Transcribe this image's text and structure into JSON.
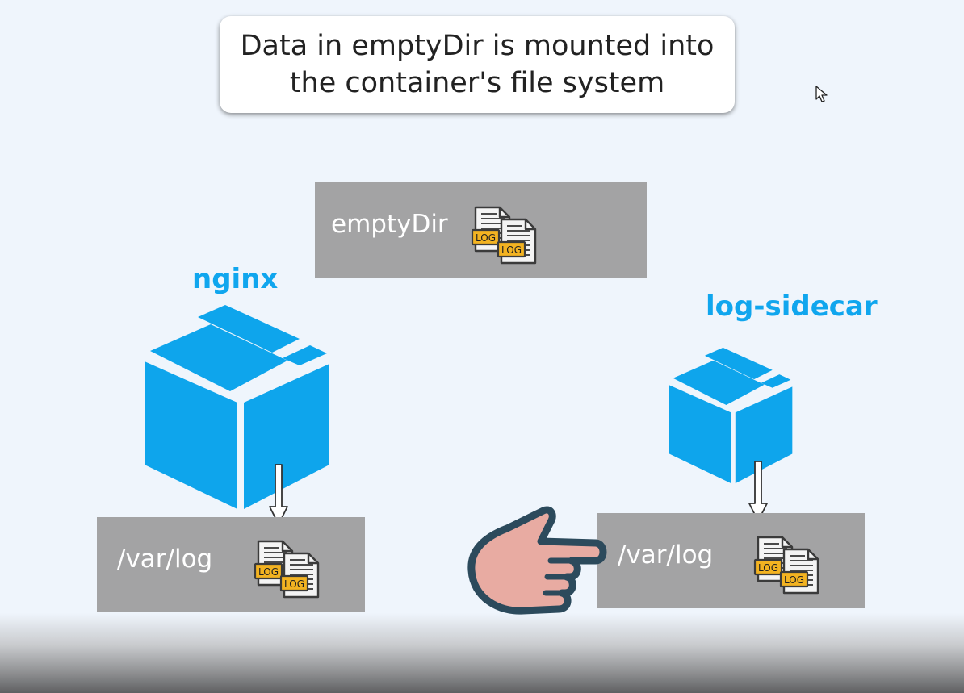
{
  "caption": {
    "line1": "Data in emptyDir is mounted into",
    "line2": "the container's file system"
  },
  "volume": {
    "label": "emptyDir",
    "icon": "log-files-icon"
  },
  "containers": [
    {
      "name": "nginx",
      "mount_path": "/var/log"
    },
    {
      "name": "log-sidecar",
      "mount_path": "/var/log"
    }
  ],
  "log_badge": "LOG",
  "colors": {
    "box": "#a3a3a4",
    "cube": "#0ea5ec",
    "title": "#10a6ee",
    "hand": "#e8aba2",
    "hand_outline": "#2c4a5c"
  }
}
